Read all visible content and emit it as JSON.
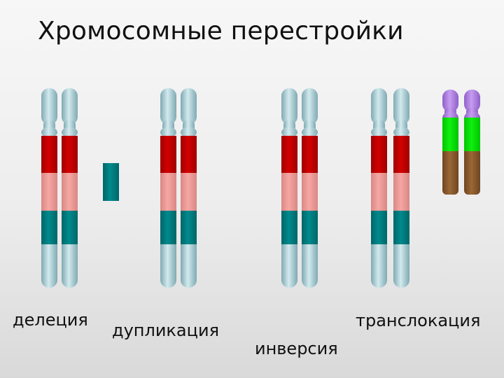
{
  "title": "Хромосомные перестройки",
  "labels": {
    "deletion": "делеция",
    "duplication": "дупликация",
    "inversion": "инверсия",
    "translocation": "транслокация"
  },
  "colors": {
    "chromosome": "#a9cfd6",
    "red": "#c40000",
    "pink": "#f09a96",
    "teal": "#007d80",
    "purple": "#b07fe0",
    "green": "#00e000",
    "brown": "#8c5a2a"
  }
}
